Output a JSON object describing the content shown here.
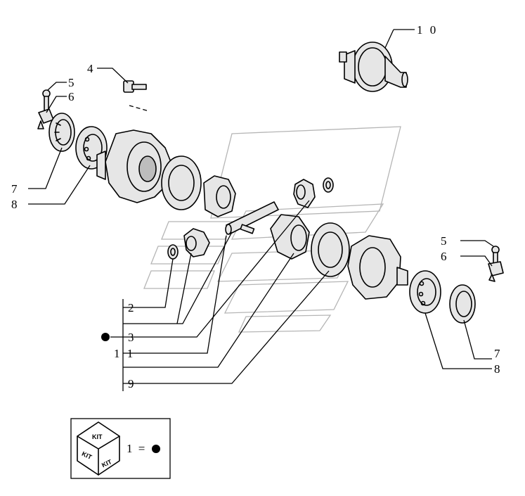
{
  "callouts": {
    "c10": "1 0",
    "c4": "4",
    "c5_left": "5",
    "c6_left": "6",
    "c7_left": "7",
    "c8_left": "8",
    "c5_right": "5",
    "c6_right": "6",
    "c7_right": "7",
    "c8_right": "8",
    "c2": "2",
    "c3": "3",
    "c11": "1 1",
    "c9": "9"
  },
  "legend": {
    "kit_top": "KIT",
    "kit_left": "KIT",
    "kit_right": "KIT",
    "equation": "1 ="
  }
}
